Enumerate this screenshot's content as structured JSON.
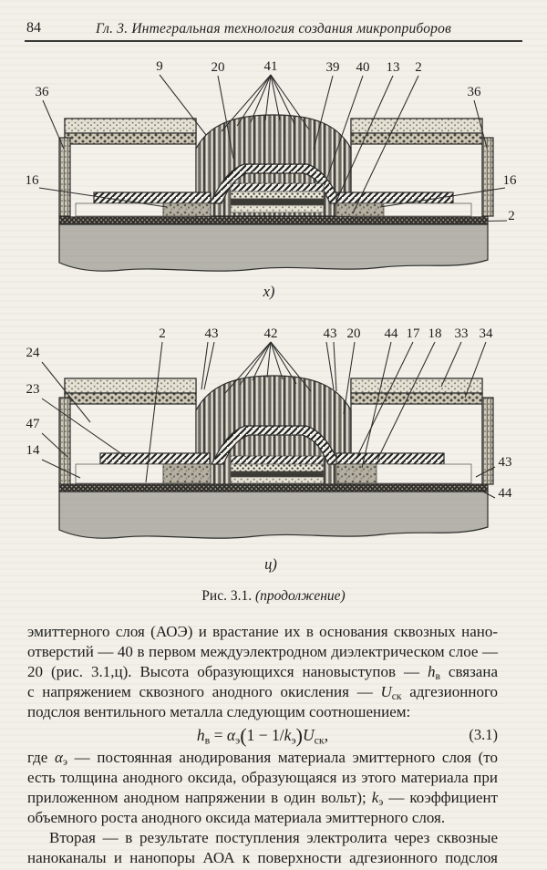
{
  "header": {
    "page_number": "84",
    "chapter_title": "Гл. 3. Интегральная технология создания микроприборов"
  },
  "figure": {
    "caption": {
      "label": "Рис. 3.1.",
      "note": "(продолжение)"
    },
    "subfig_top": {
      "tag": "х)",
      "labels": {
        "n9": "9",
        "n20": "20",
        "n41": "41",
        "n39": "39",
        "n40": "40",
        "n13": "13",
        "n2top": "2",
        "n36l": "36",
        "n36r": "36",
        "n16l": "16",
        "n16r": "16",
        "n2r": "2"
      }
    },
    "subfig_bottom": {
      "tag": "ц)",
      "labels": {
        "n2": "2",
        "n43a": "43",
        "n42": "42",
        "n43b": "43",
        "n20": "20",
        "n44": "44",
        "n17": "17",
        "n18": "18",
        "n33": "33",
        "n34": "34",
        "n24": "24",
        "n23": "23",
        "n47": "47",
        "n14": "14",
        "n43r": "43",
        "n44r": "44"
      }
    }
  },
  "body": {
    "p1": [
      [
        {
          "t": "эмиттерного слоя (АОЭ) и врастание их в основания сквозных нано-"
        }
      ],
      [
        {
          "t": "отверстий — 40 в первом междуэлектродном диэлектрическом слое —"
        }
      ],
      [
        {
          "t": "20 (рис. 3.1,ц). Высота образующихся нановыступов — "
        },
        {
          "i": "h"
        },
        {
          "sub": "в"
        },
        {
          "t": " связана"
        }
      ],
      [
        {
          "t": "с напряжением сквозного анодного окисления — "
        },
        {
          "i": "U"
        },
        {
          "sub": "ск"
        },
        {
          "t": " адгезионного"
        }
      ],
      [
        {
          "t": "подслоя вентильного металла следующим соотношением:"
        }
      ]
    ],
    "formula": {
      "expr": [
        {
          "i": "h"
        },
        {
          "sub": "в"
        },
        {
          "t": " = "
        },
        {
          "i": "α"
        },
        {
          "sub": "э"
        },
        {
          "p": "("
        },
        {
          "t": "1 − 1/"
        },
        {
          "i": "k"
        },
        {
          "sub": "э"
        },
        {
          "p": ")"
        },
        {
          "i": "U"
        },
        {
          "sub": "ск"
        },
        {
          "t": ","
        }
      ],
      "number": "(3.1)"
    },
    "p2": [
      [
        {
          "t": "где "
        },
        {
          "i": "α"
        },
        {
          "sub": "э"
        },
        {
          "t": " — постоянная анодирования материала эмиттерного слоя (то"
        }
      ],
      [
        {
          "t": "есть толщина анодного оксида, образующаяся из этого материала при"
        }
      ],
      [
        {
          "t": "приложенном анодном напряжении в один вольт); "
        },
        {
          "i": "k"
        },
        {
          "sub": "э"
        },
        {
          "t": " — коэффициент"
        }
      ],
      [
        {
          "t": "объемного роста анодного оксида материала эмиттерного слоя."
        }
      ]
    ],
    "p3": [
      [
        {
          "t": "Вторая — в результате поступления электролита через сквозные"
        }
      ],
      [
        {
          "t": "наноканалы и нанопоры АОА к поверхности адгезионного подслоя"
        }
      ]
    ]
  }
}
